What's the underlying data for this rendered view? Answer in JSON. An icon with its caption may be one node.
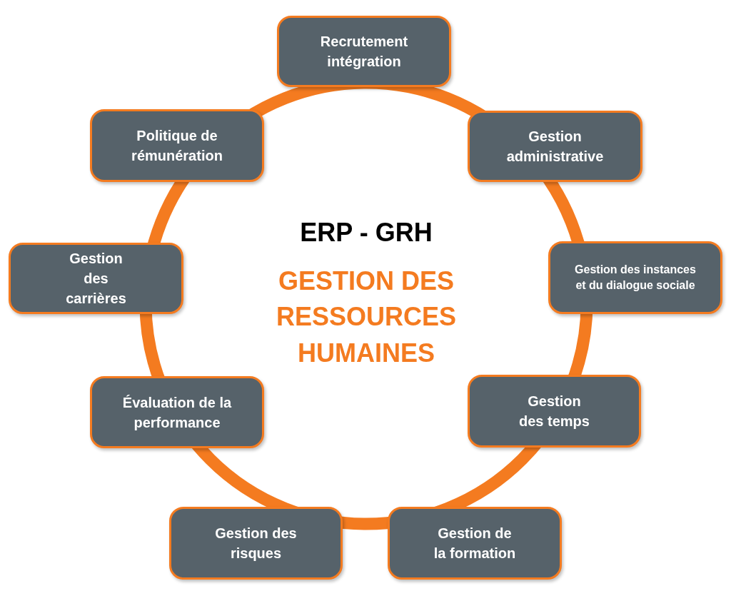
{
  "diagram": {
    "nodes": [
      {
        "text": [
          "Recrutement intégration"
        ]
      },
      {
        "text": [
          "Politique de rémunération"
        ]
      },
      {
        "text": [
          "Gestion administrative"
        ]
      },
      {
        "text": [
          "ERP - GRH",
          "GESTION DES RESSOURCES HUMAINES"
        ]
      },
      {
        "text": [
          "Gestion des carrières"
        ]
      },
      {
        "text": [
          "Gestion des instances et du dialogue sociale"
        ]
      },
      {
        "text": [
          "Évaluation de la performance"
        ]
      },
      {
        "text": [
          "Gestion des temps"
        ]
      },
      {
        "text": [
          "Gestion des risques"
        ]
      },
      {
        "text": [
          "Gestion de la formation"
        ]
      }
    ],
    "edges": []
  }
}
